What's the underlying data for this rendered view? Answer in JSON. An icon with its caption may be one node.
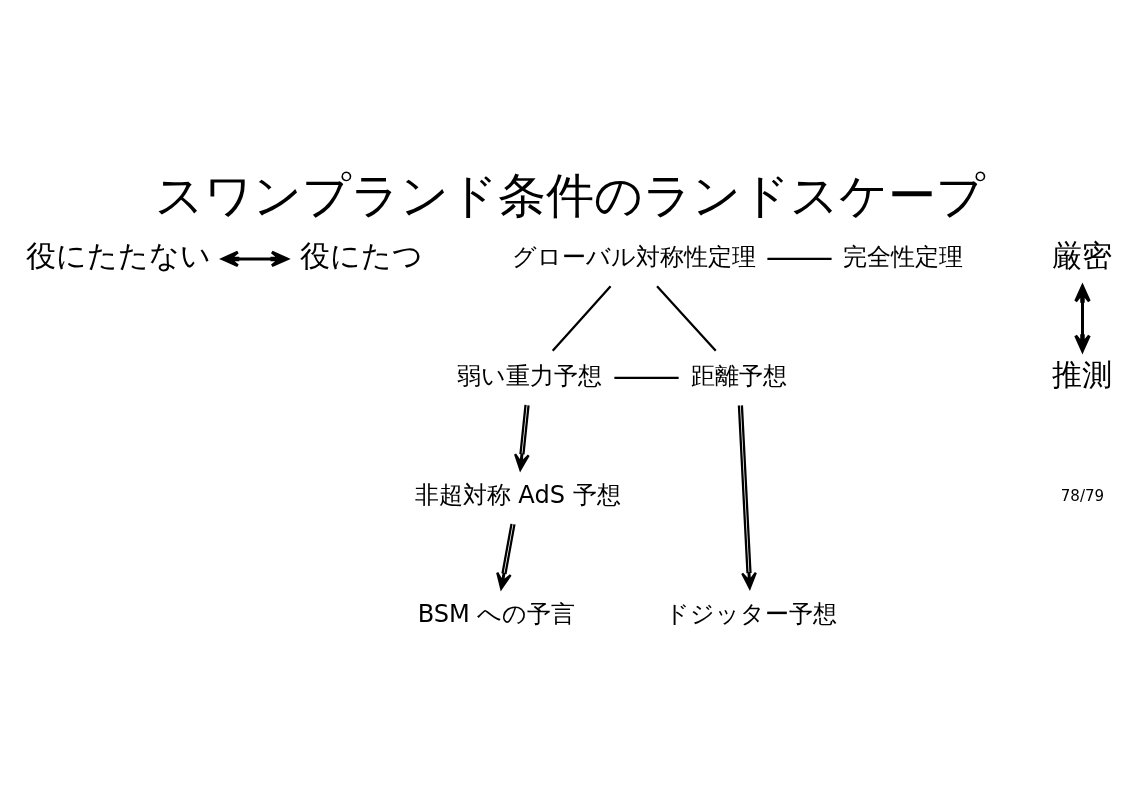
{
  "diagram": {
    "title": "スワンプランド条件のランドスケープ",
    "nodes": [
      {
        "text": [
          "役にたたない"
        ]
      },
      {
        "text": [
          "役にたつ"
        ]
      },
      {
        "text": [
          "グローバル対称性定理"
        ]
      },
      {
        "text": [
          "完全性定理"
        ]
      },
      {
        "text": [
          "厳密"
        ]
      },
      {
        "text": [
          "弱い重力予想"
        ]
      },
      {
        "text": [
          "距離予想"
        ]
      },
      {
        "text": [
          "非超対称 AdS 予想"
        ]
      },
      {
        "text": [
          "ドジッター予想"
        ]
      },
      {
        "text": [
          "BSM への予言"
        ]
      },
      {
        "text": [
          "推測"
        ]
      }
    ],
    "edges": [
      {
        "from": 0,
        "to": 1,
        "arrow": "both"
      },
      {
        "from": 2,
        "to": 3,
        "arrow": "none"
      },
      {
        "from": 2,
        "to": 5,
        "arrow": "none"
      },
      {
        "from": 2,
        "to": 6,
        "arrow": "none"
      },
      {
        "from": 5,
        "to": 6,
        "arrow": "none"
      },
      {
        "from": 5,
        "to": 7,
        "arrow": "to"
      },
      {
        "from": 6,
        "to": 8,
        "arrow": "to"
      },
      {
        "from": 7,
        "to": 9,
        "arrow": "to"
      },
      {
        "from": 4,
        "to": 10,
        "arrow": "both"
      }
    ],
    "labels": [
      "78/79"
    ]
  }
}
